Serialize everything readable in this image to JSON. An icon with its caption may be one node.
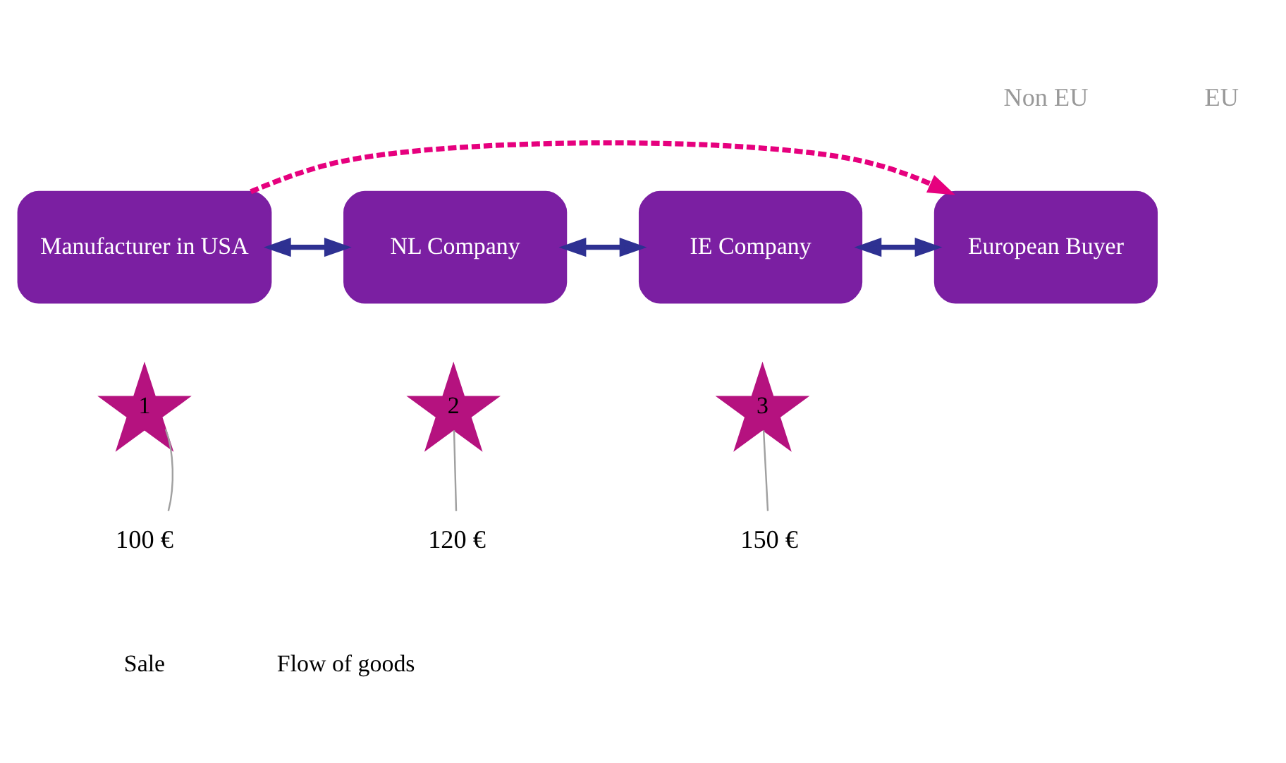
{
  "diagram": {
    "nodes": [
      {
        "text": [
          "Manufacturer in USA"
        ]
      },
      {
        "text": [
          "NL Company"
        ]
      },
      {
        "text": [
          "IE Company"
        ]
      },
      {
        "text": [
          "European Buyer"
        ]
      },
      {
        "text": [
          "1"
        ]
      },
      {
        "text": [
          "2"
        ]
      },
      {
        "text": [
          "3"
        ]
      },
      {
        "text": [
          "100 €"
        ]
      },
      {
        "text": [
          "120 €"
        ]
      },
      {
        "text": [
          "150 €"
        ]
      }
    ],
    "edges": [
      {
        "from": 0,
        "to": 1,
        "arrow": "both"
      },
      {
        "from": 1,
        "to": 2,
        "arrow": "both"
      },
      {
        "from": 2,
        "to": 3,
        "arrow": "both"
      },
      {
        "from": 0,
        "to": 3,
        "arrow": "to",
        "style": "dashed",
        "color": "#e6007e"
      },
      {
        "from": 7,
        "to": 4,
        "arrow": "none",
        "color": "#a0a0a0"
      },
      {
        "from": 8,
        "to": 5,
        "arrow": "none",
        "color": "#a0a0a0"
      },
      {
        "from": 9,
        "to": 6,
        "arrow": "none",
        "color": "#a0a0a0"
      }
    ],
    "labels": [
      "Non EU",
      "EU"
    ],
    "legend": [
      {
        "text": "Sale"
      },
      {
        "text": "Flow of goods"
      }
    ]
  }
}
